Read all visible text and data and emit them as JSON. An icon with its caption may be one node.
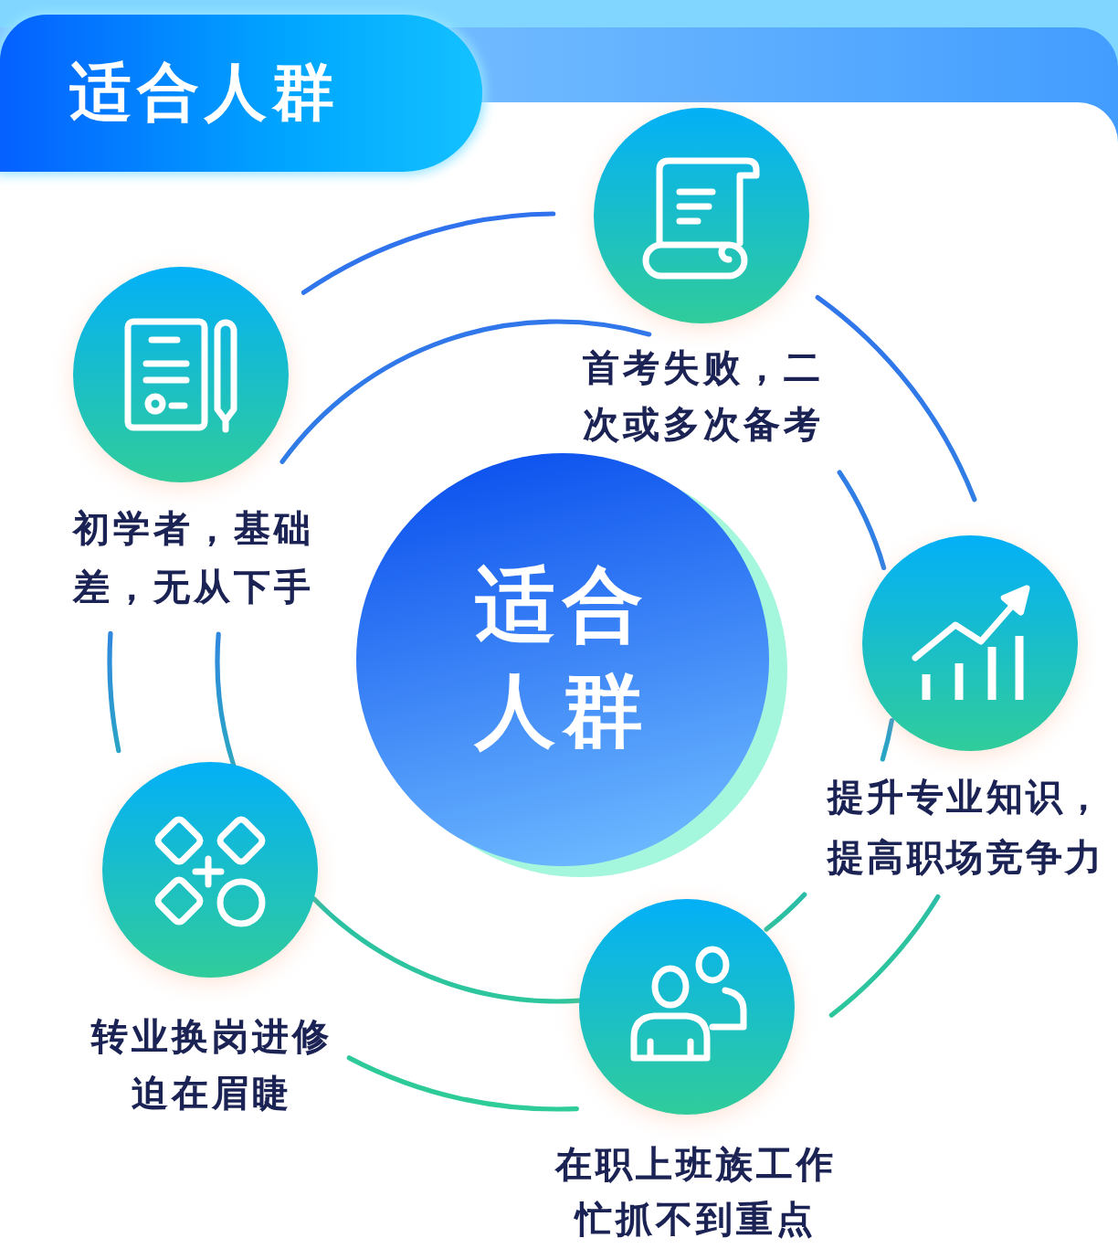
{
  "diagram": {
    "title": "适合人群",
    "nodes": [
      {
        "text": [
          "适合人群"
        ]
      },
      {
        "text": [
          "初学者，基础差，无从下手"
        ]
      },
      {
        "text": [
          "首考失败，二次或多次备考"
        ]
      },
      {
        "text": [
          "提升专业知识，提高职场竞争力"
        ]
      },
      {
        "text": [
          "在职上班族工作忙抓不到重点"
        ]
      },
      {
        "text": [
          "转业换岗进修迫在眉睫"
        ]
      }
    ],
    "edges": [
      {
        "from": 4,
        "to": 5,
        "arrow": "none"
      }
    ]
  }
}
